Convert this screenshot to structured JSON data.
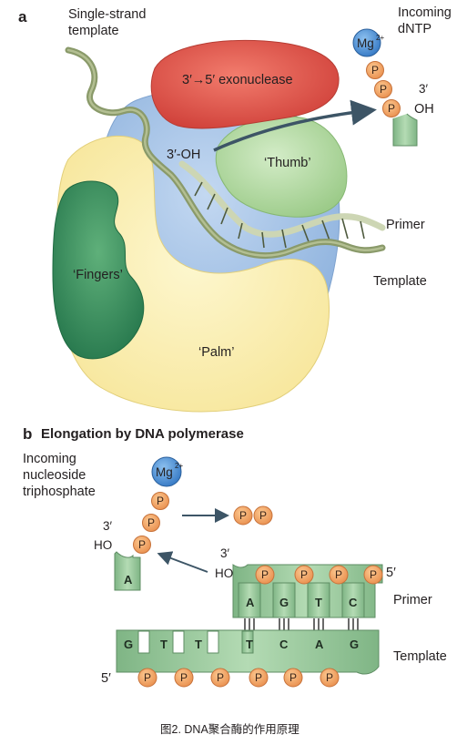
{
  "panel_a": {
    "letter": "a",
    "single_strand_template_line1": "Single-strand",
    "single_strand_template_line2": "template",
    "exonuclease": "3′→5′ exonuclease",
    "oh_3": "3′-OH",
    "thumb": "‘Thumb’",
    "fingers": "‘Fingers’",
    "palm": "‘Palm’",
    "incoming_line1": "Incoming",
    "incoming_line2": "dNTP",
    "mg": "Mg",
    "mg_charge": "2+",
    "p": "P",
    "three_prime": "3′",
    "oh": "OH",
    "primer": "Primer",
    "template": "Template"
  },
  "panel_b": {
    "letter": "b",
    "title": "Elongation by DNA polymerase",
    "incoming_line1": "Incoming",
    "incoming_line2": "nucleoside",
    "incoming_line3": "triphosphate",
    "mg": "Mg",
    "mg_charge": "2+",
    "p": "P",
    "three_prime": "3′",
    "ho": "HO",
    "five_prime": "5′",
    "incoming_base": "A",
    "primer_bases": [
      "A",
      "G",
      "T",
      "C"
    ],
    "template_bases": [
      "G",
      "T",
      "T",
      "T",
      "C",
      "A",
      "G"
    ],
    "primer": "Primer",
    "template": "Template"
  },
  "caption": "图2. DNA聚合酶的作用原理",
  "colors": {
    "protein_blue": "#a9c6e8",
    "palm_yellow": "#fbf1b0",
    "fingers_green": "#2f8a55",
    "thumb_green": "#b6d9a6",
    "exonuclease_red": "#e0574a",
    "strand_olive": "#8a9a6a",
    "phosphate_orange": "#f1a062",
    "mg_blue": "#4a8fd3",
    "nucleotide_green": "#99c99d",
    "arrow_slate": "#3d5566"
  }
}
